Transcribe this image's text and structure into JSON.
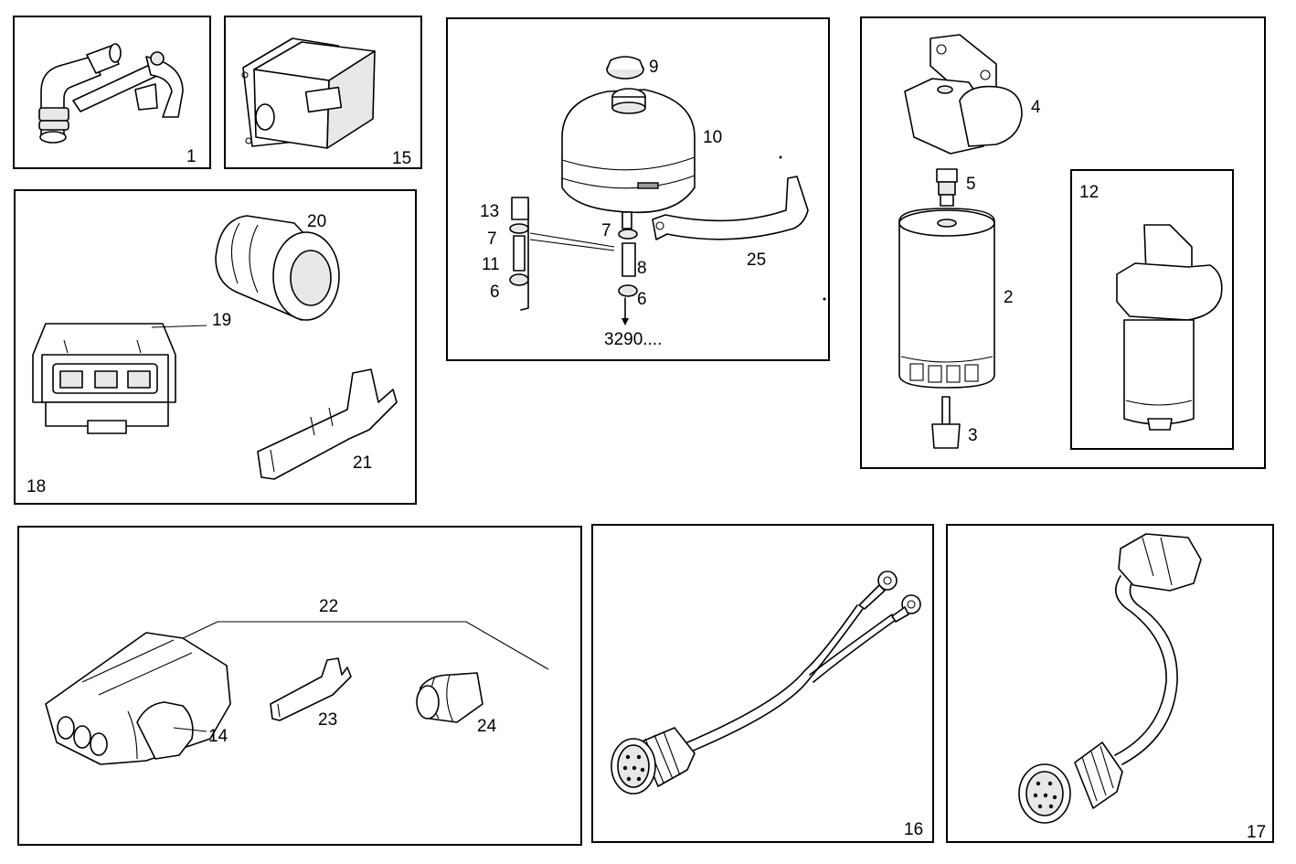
{
  "callouts": {
    "c1": "1",
    "c15": "15",
    "c9": "9",
    "c10": "10",
    "c13": "13",
    "c7a": "7",
    "c7b": "7",
    "c11": "11",
    "c6a": "6",
    "c6b": "6",
    "c8": "8",
    "c25": "25",
    "c3290": "3290....",
    "c4": "4",
    "c5": "5",
    "c2": "2",
    "c3": "3",
    "c12": "12",
    "c20": "20",
    "c19": "19",
    "c18": "18",
    "c21": "21",
    "c22": "22",
    "c23": "23",
    "c24": "24",
    "c14": "14",
    "c16": "16",
    "c17": "17"
  },
  "colors": {
    "line": "#000000",
    "background": "#ffffff",
    "shade": "#e8e8e8"
  }
}
